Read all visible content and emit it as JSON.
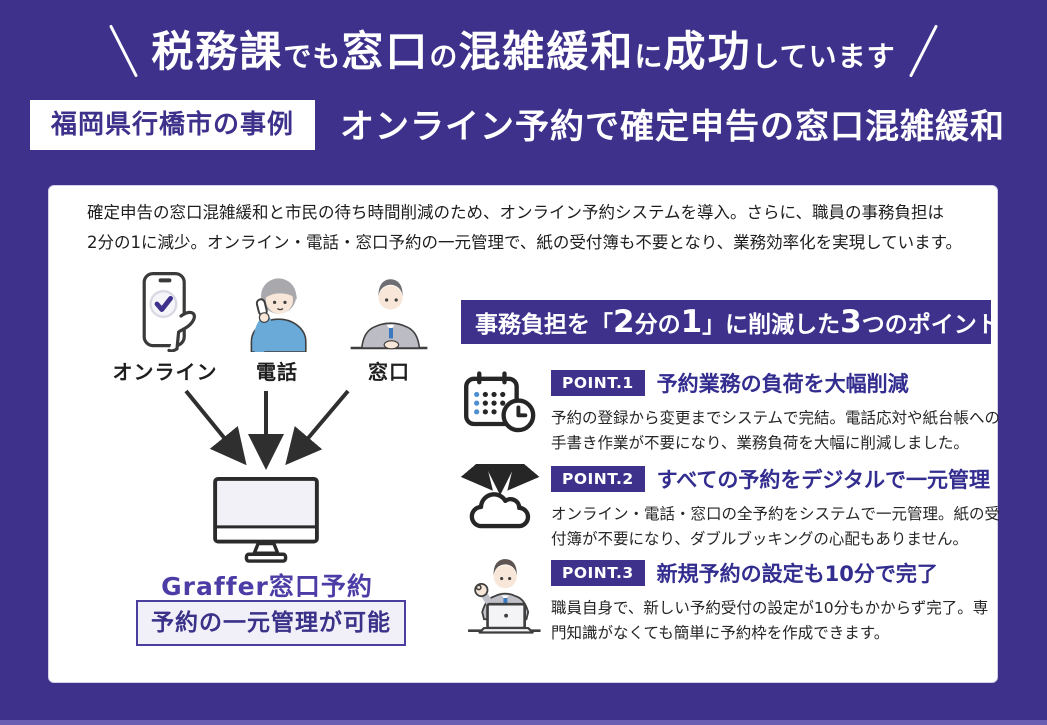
{
  "colors": {
    "background": "#3e318c",
    "accent": "#3e318c",
    "point_title": "#322d8f",
    "product_label": "#4b3da5",
    "result_box_border": "#4a3f9f",
    "result_box_bg": "#f1f0f9",
    "check_mark": "#3e318c",
    "calendar_dot_blue": "#4d8fd1",
    "shirt_blue": "#6aaad9",
    "suit_gray": "#bcbcc4"
  },
  "hero": {
    "title": {
      "b1": "税務課",
      "s1": "でも",
      "b2": "窓口",
      "s2": "の",
      "b3": "混雑緩和",
      "s3": "に",
      "b4": "成功",
      "s4": "しています"
    },
    "case_badge": "福岡県行橋市の事例",
    "subtitle": "オンライン予約で確定申告の窓口混雑緩和"
  },
  "card": {
    "intro_line1": "確定申告の窓口混雑緩和と市民の待ち時間削減のため、オンライン予約システムを導入。さらに、職員の事務負担は",
    "intro_line2": "2分の1に減少。オンライン・電話・窓口予約の一元管理で、紙の受付簿も不要となり、業務効率化を実現しています。",
    "diagram": {
      "channels": [
        {
          "label": "オンライン",
          "icon": "smartphone-check-icon"
        },
        {
          "label": "電話",
          "icon": "phone-caller-icon"
        },
        {
          "label": "窓口",
          "icon": "counter-staff-icon"
        }
      ],
      "product_label": "Graffer窓口予約",
      "result_box": "予約の一元管理が可能"
    },
    "points_section": {
      "header": {
        "p1": "事務負担を「",
        "n1": "2",
        "p2": "分の",
        "n2": "1",
        "p3": "」に削減した",
        "n3": "3",
        "p4": "つのポイント"
      },
      "items": [
        {
          "badge": "POINT.1",
          "title": "予約業務の負荷を大幅削減",
          "desc": "予約の登録から変更までシステムで完結。電話応対や紙台帳への手書き作業が不要になり、業務負荷を大幅に削減しました。",
          "icon": "calendar-clock-icon"
        },
        {
          "badge": "POINT.2",
          "title": "すべての予約をデジタルで一元管理",
          "desc": "オンライン・電話・窓口の全予約をシステムで一元管理。紙の受付簿が不要になり、ダブルブッキングの心配もありません。",
          "icon": "cloud-collect-icon"
        },
        {
          "badge": "POINT.3",
          "title": "新規予約の設定も10分で完了",
          "desc": "職員自身で、新しい予約受付の設定が10分もかからず完了。専門知識がなくても簡単に予約枠を作成できます。",
          "icon": "staff-setup-icon"
        }
      ]
    }
  }
}
